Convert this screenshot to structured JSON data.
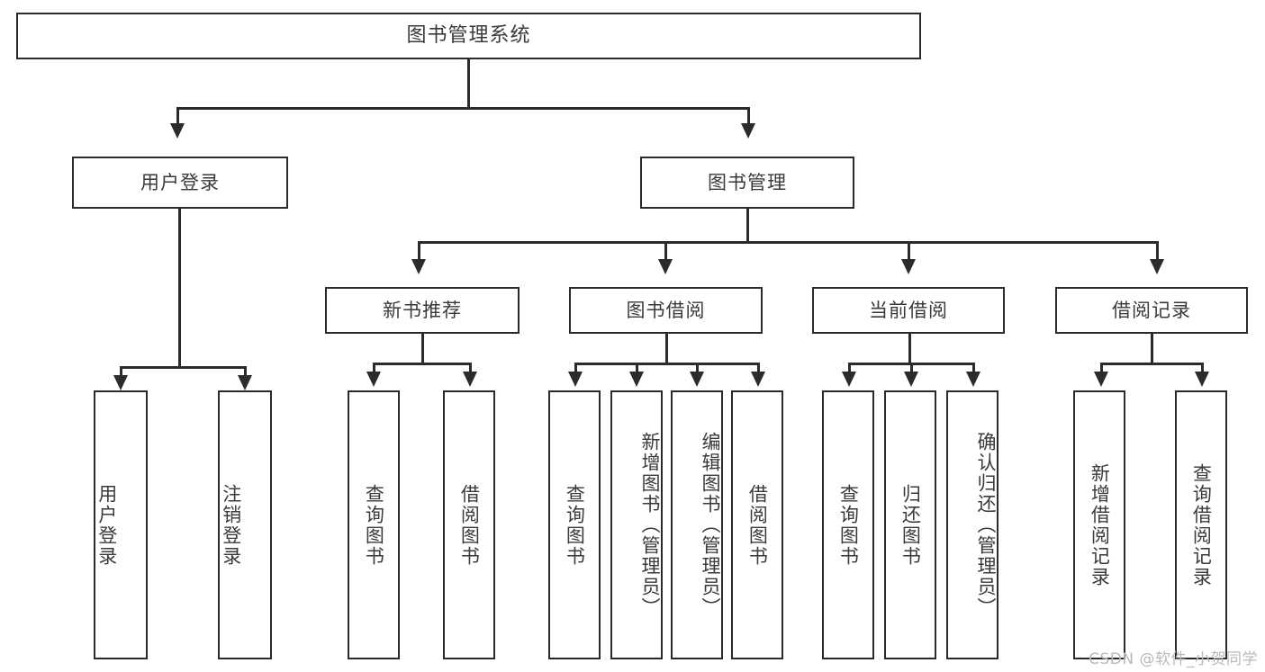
{
  "diagram": {
    "title": "图书管理系统",
    "type": "hierarchy-tree",
    "watermark": "CSDN @软件_小贺同学",
    "colors": {
      "stroke": "#2b2b2b",
      "text": "#3a3a3a",
      "background": "#ffffff",
      "watermark": "#b9b9b9"
    },
    "levels": {
      "root": {
        "label": "图书管理系统"
      },
      "level2": [
        {
          "label": "用户登录"
        },
        {
          "label": "图书管理"
        }
      ],
      "level3": [
        {
          "label": "新书推荐"
        },
        {
          "label": "图书借阅"
        },
        {
          "label": "当前借阅"
        },
        {
          "label": "借阅记录"
        }
      ],
      "leaves": {
        "user_login": [
          {
            "label": "用户登录"
          },
          {
            "label": "注销登录"
          }
        ],
        "new_book": [
          {
            "label": "查询图书"
          },
          {
            "label": "借阅图书"
          }
        ],
        "borrow_book": [
          {
            "label": "查询图书"
          },
          {
            "label": "新增图书（管理员）"
          },
          {
            "label": "编辑图书（管理员）"
          },
          {
            "label": "借阅图书"
          }
        ],
        "current_borrow": [
          {
            "label": "查询图书"
          },
          {
            "label": "归还图书"
          },
          {
            "label": "确认归还（管理员）"
          }
        ],
        "borrow_record": [
          {
            "label": "新增借阅记录"
          },
          {
            "label": "查询借阅记录"
          }
        ]
      }
    }
  }
}
